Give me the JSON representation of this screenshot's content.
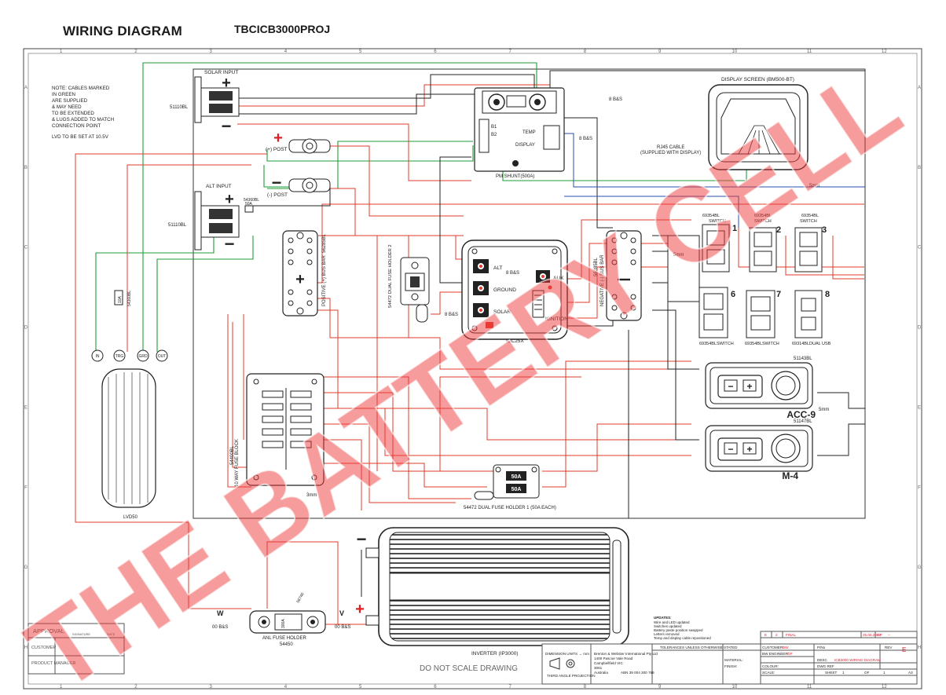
{
  "header": {
    "title": "WIRING DIAGRAM",
    "project": "TBCICB3000PROJ"
  },
  "grid": {
    "columns": [
      "1",
      "2",
      "3",
      "4",
      "5",
      "6",
      "7",
      "8",
      "9",
      "10",
      "11",
      "12"
    ],
    "rows": [
      "A",
      "B",
      "C",
      "D",
      "E",
      "F",
      "G",
      "H"
    ]
  },
  "notes": {
    "lines": [
      "NOTE: CABLES MARKED",
      "IN GREEN",
      "ARE SUPPLIED",
      "& MAY NEED",
      "TO BE EXTENDED",
      "& LUGS ADDED TO MATCH",
      "CONNECTION POINT"
    ],
    "lvd": "LVD TO BE SET AT 10.5V"
  },
  "components": {
    "solar_input": {
      "title": "SOLAR INPUT",
      "part": "51110BL"
    },
    "alt_input": {
      "title": "ALT INPUT",
      "part": "51110BL",
      "fuse": "54360BL",
      "fuse2": "50A"
    },
    "pos_post": "(+) POST",
    "neg_post": "(-) POST",
    "shunt": {
      "label": "PM SHUNT(500A)",
      "b1": "B1",
      "b2": "B2",
      "temp": "TEMP",
      "display": "DISPLAY"
    },
    "display_screen": {
      "title": "DISPLAY SCREEN (BM500-BT)"
    },
    "rj45": {
      "line1": "RJ45 CABLE",
      "line2": "(SUPPLIED WITH DISPLAY)"
    },
    "pos_bus": {
      "label": "POSITIVE (+) BUS BAR",
      "part": "56285BL"
    },
    "neg_bus": {
      "label": "NEGATIVE (-) BUS BAR",
      "part": "56285BL"
    },
    "dual_fuse_2": {
      "label": "54472 DUAL FUSE HOLDER 2"
    },
    "dcdc": {
      "model": "IDC25X",
      "alt": "ALT",
      "ground": "GROUND",
      "solar": "SOLAR",
      "aux": "AUX",
      "ignition": "IGNITION"
    },
    "switches": [
      {
        "num": "1",
        "part": "69354BL",
        "kind": "SWITCH"
      },
      {
        "num": "2",
        "part": "69354BL",
        "kind": "SWITCH"
      },
      {
        "num": "3",
        "part": "69354BL",
        "kind": "SWITCH"
      },
      {
        "num": "6",
        "part": "69354BL",
        "kind": "SWITCH"
      },
      {
        "num": "7",
        "part": "69354BL",
        "kind": "SWITCH"
      },
      {
        "num": "8",
        "part": "69314BL",
        "kind": "DUAL USB"
      }
    ],
    "acc": {
      "part": "51143BL",
      "name": "ACC-9"
    },
    "m4": {
      "part": "51147BL",
      "name": "M-4"
    },
    "fuse_block": {
      "label": "10 WAY FUSE BLOCK",
      "part": "54400BL"
    },
    "dual_fuse_1": {
      "label": "54472 DUAL FUSE HOLDER 1 (50A EACH)",
      "rating": "50A"
    },
    "lvd": {
      "name": "LVD50",
      "terminals": [
        "IN",
        "TRG",
        "GRD",
        "OUT"
      ],
      "fuse": "54360BL",
      "fuse2": "10A"
    },
    "inverter": {
      "label": "INVERTER (IP3000)"
    },
    "anl": {
      "label": "ANL FUSE HOLDER",
      "part": "54450",
      "rating": "300A",
      "part2": "56746"
    }
  },
  "wire_labels": {
    "gauge": "8 B&S",
    "gauge_big": "00 B&S",
    "mm5": "5mm",
    "mm3": "3mm",
    "w": "W",
    "v": "V"
  },
  "watermark": "THE BATTERY CELL",
  "footer": {
    "scale_note": "DO NOT SCALE DRAWING",
    "approval": "APPROVAL",
    "customer": "CUSTOMER",
    "product_manager": "PRODUCT MANAGER",
    "signature": "SIGNATURE",
    "date": "DATE"
  },
  "title_block": {
    "rev": "E",
    "rev_no": "2",
    "status": "FINAL",
    "rev_date": "25.05.2023",
    "rev_by": "GP",
    "rev_end": "--",
    "customer_label": "CUSTOMER:",
    "customer": "BW",
    "drawn_label": "BW ENGINEER:",
    "drawn": "GP",
    "desc_label": "DESC",
    "description": "ICB3000 WIRING DIAGRAM",
    "tolerance": "TOLERANCES UNLESS OTHERWISE STATED",
    "material": "MATERIAL:",
    "finish": "FINISH:",
    "colour": "COLOUR:",
    "scale": "SCALE:",
    "sheet_label": "SHEET",
    "sheet": "1",
    "of_label": "OF",
    "of": "1",
    "size": "A3",
    "rev_label": "REV",
    "p_no": "P/No",
    "dwg_ref": "DWG REF",
    "updates_title": "UPDATES:",
    "updates": [
      "Wire and LED updated",
      "Switches updated",
      "Battery paste position swapped",
      "Letters removed",
      "Temp and display cable repositioned"
    ],
    "units": "DIMENSION UNITS → mm",
    "projection": "THIRD ANGLE PROJECTION",
    "company": [
      "Brenton & Webster International Pty Ltd",
      "1400 Pascoe Vale Road",
      "Campbellfield VIC",
      "3061",
      "Australia"
    ],
    "abn": "ABN 39 004 300 786"
  }
}
